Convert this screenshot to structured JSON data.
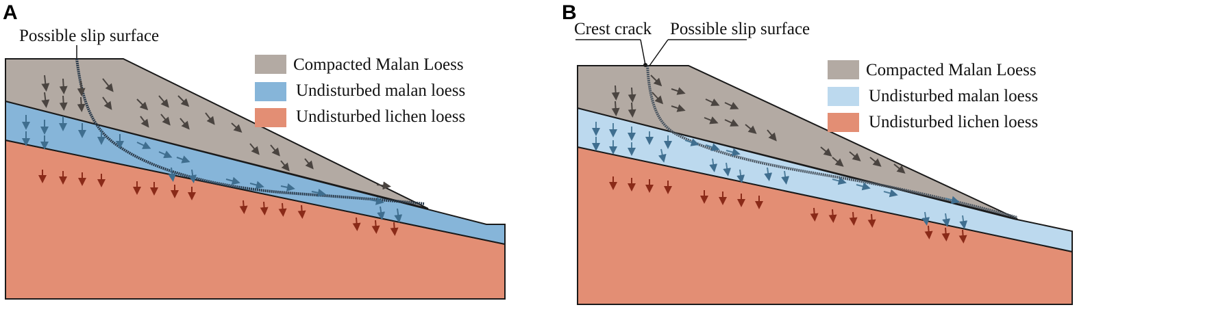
{
  "colors": {
    "compacted_A": "#b3aaa3",
    "malan_A": "#86b5d9",
    "lichen_A": "#e38e74",
    "compacted_B": "#b3aaa3",
    "malan_B": "#bcd9ee",
    "lichen_B": "#e38e74",
    "outline": "#1a1a1a",
    "slip": "#2a3a4a",
    "arrow_dark": "#4a4440",
    "arrow_blue": "#3f6e8f",
    "arrow_red": "#8a2a18"
  },
  "panels": [
    {
      "letter": "A",
      "labels": {
        "slip": "Possible slip surface"
      },
      "legend": [
        {
          "text": "Compacted Malan Loess",
          "color": "#b3aaa3"
        },
        {
          "text": "Undisturbed malan loess",
          "color": "#86b5d9"
        },
        {
          "text": "Undisturbed lichen loess",
          "color": "#e38e74"
        }
      ]
    },
    {
      "letter": "B",
      "labels": {
        "crest": "Crest crack",
        "slip": "Possible slip surface"
      },
      "legend": [
        {
          "text": "Compacted Malan Loess",
          "color": "#b3aaa3"
        },
        {
          "text": "Undisturbed malan loess",
          "color": "#bcd9ee"
        },
        {
          "text": "Undisturbed lichen loess",
          "color": "#e38e74"
        }
      ]
    }
  ]
}
